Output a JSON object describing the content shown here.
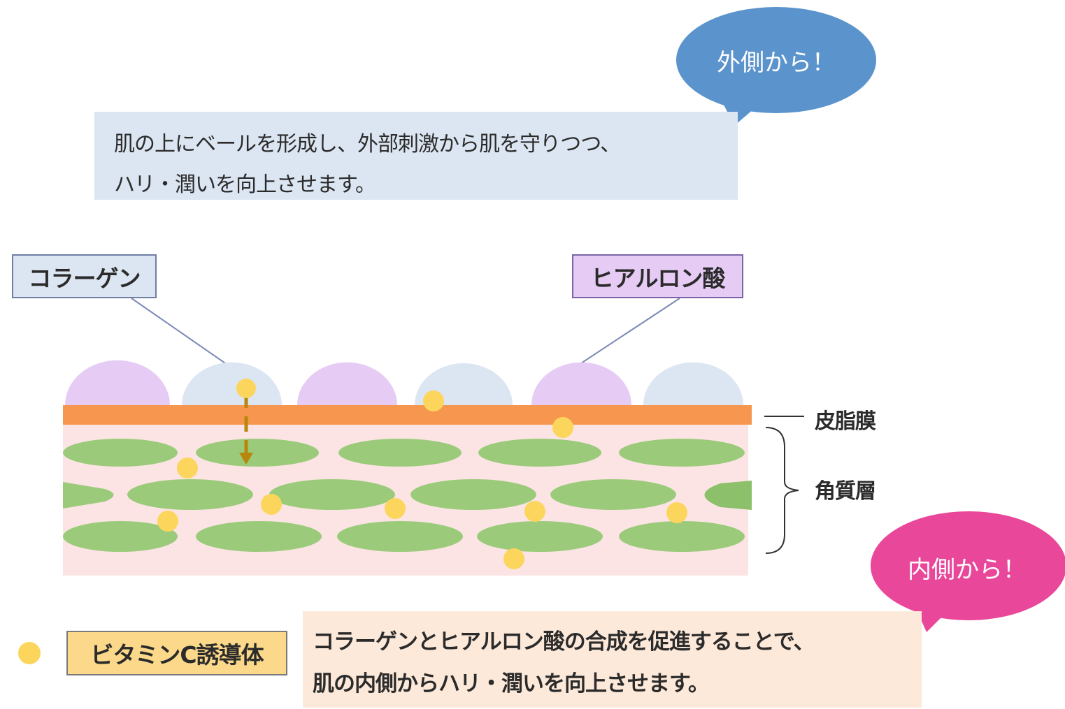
{
  "outer_bubble": {
    "label": "外側から！",
    "color": "#5b93cc"
  },
  "inner_bubble": {
    "label": "内側から！",
    "color": "#e9479a"
  },
  "outer_description": {
    "lines": [
      "肌の上にベールを形成し、外部刺激から肌を守りつつ、",
      "ハリ・潤いを向上させます。"
    ]
  },
  "inner_description": {
    "lines": [
      "コラーゲンとヒアルロン酸の合成を促進することで、",
      "肌の内側からハリ・潤いを向上させます。"
    ]
  },
  "ingredients": {
    "collagen": "コラーゲン",
    "hyaluronic_acid": "ヒアルロン酸",
    "vitamin_c": "ビタミンC誘導体"
  },
  "layers": {
    "sebum_membrane": "皮脂膜",
    "stratum_corneum": "角質層"
  },
  "colors": {
    "collagen": "#dce6f2",
    "hyaluronic_acid": "#e6ccf5",
    "vitamin_c": "#fcd65c",
    "sebum": "#f7964f",
    "stratum_bg": "#fce4e4",
    "cells": "#9bcb7a"
  }
}
